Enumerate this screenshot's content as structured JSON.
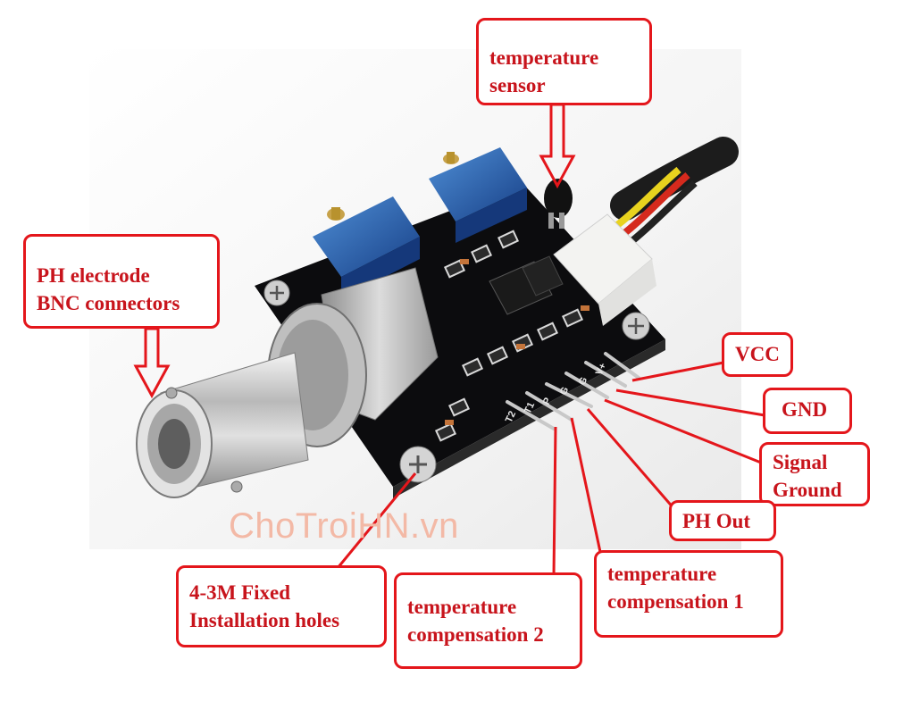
{
  "labels": {
    "temp_sensor": [
      "temperature",
      "sensor"
    ],
    "bnc": [
      "PH electrode",
      "BNC connectors"
    ],
    "vcc": "VCC",
    "gnd": "GND",
    "signal_ground": [
      "Signal",
      "Ground"
    ],
    "ph_out": "PH Out",
    "temp_comp_1": [
      "temperature",
      "compensation 1"
    ],
    "temp_comp_2": [
      "temperature",
      "compensation  2"
    ],
    "holes": [
      "4-3M Fixed",
      "Installation holes"
    ]
  },
  "pin_silkscreen": [
    "T2",
    "T1",
    "P",
    "G",
    "G",
    "V+"
  ],
  "watermark": "ChoTroiHN.vn",
  "colors": {
    "callout_border": "#e4161b",
    "callout_text": "#c8141c",
    "pcb": "#0c0c0e",
    "potentiometer": "#1e5fae",
    "watermark": "#f3b9a6"
  }
}
